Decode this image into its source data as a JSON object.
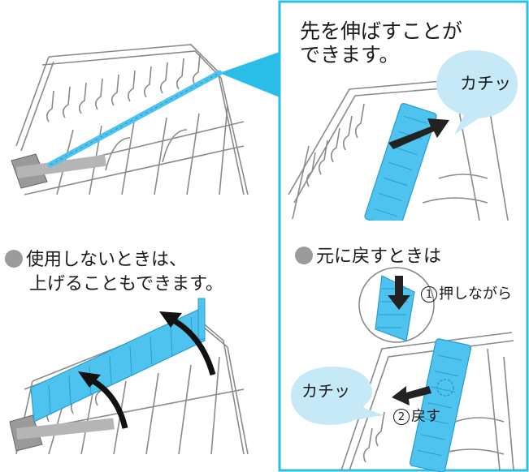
{
  "panel_caption": [
    "先を伸ばすことが",
    "できます。"
  ],
  "bubble_top": "カチッ",
  "left_heading": [
    "使用しないときは、",
    "上げることもできます。"
  ],
  "right_heading": "元に戻すときは",
  "step1": {
    "number": "1",
    "label": "押しながら"
  },
  "step2": {
    "number": "2",
    "label": "戻す"
  },
  "bubble_bottom": "カチッ",
  "colors": {
    "accent": "#29bde8",
    "part": "#4fc3ef",
    "wire": "#8a8a8a",
    "bullet": "#9b9b9b",
    "bubble": "#c6e9f7"
  }
}
